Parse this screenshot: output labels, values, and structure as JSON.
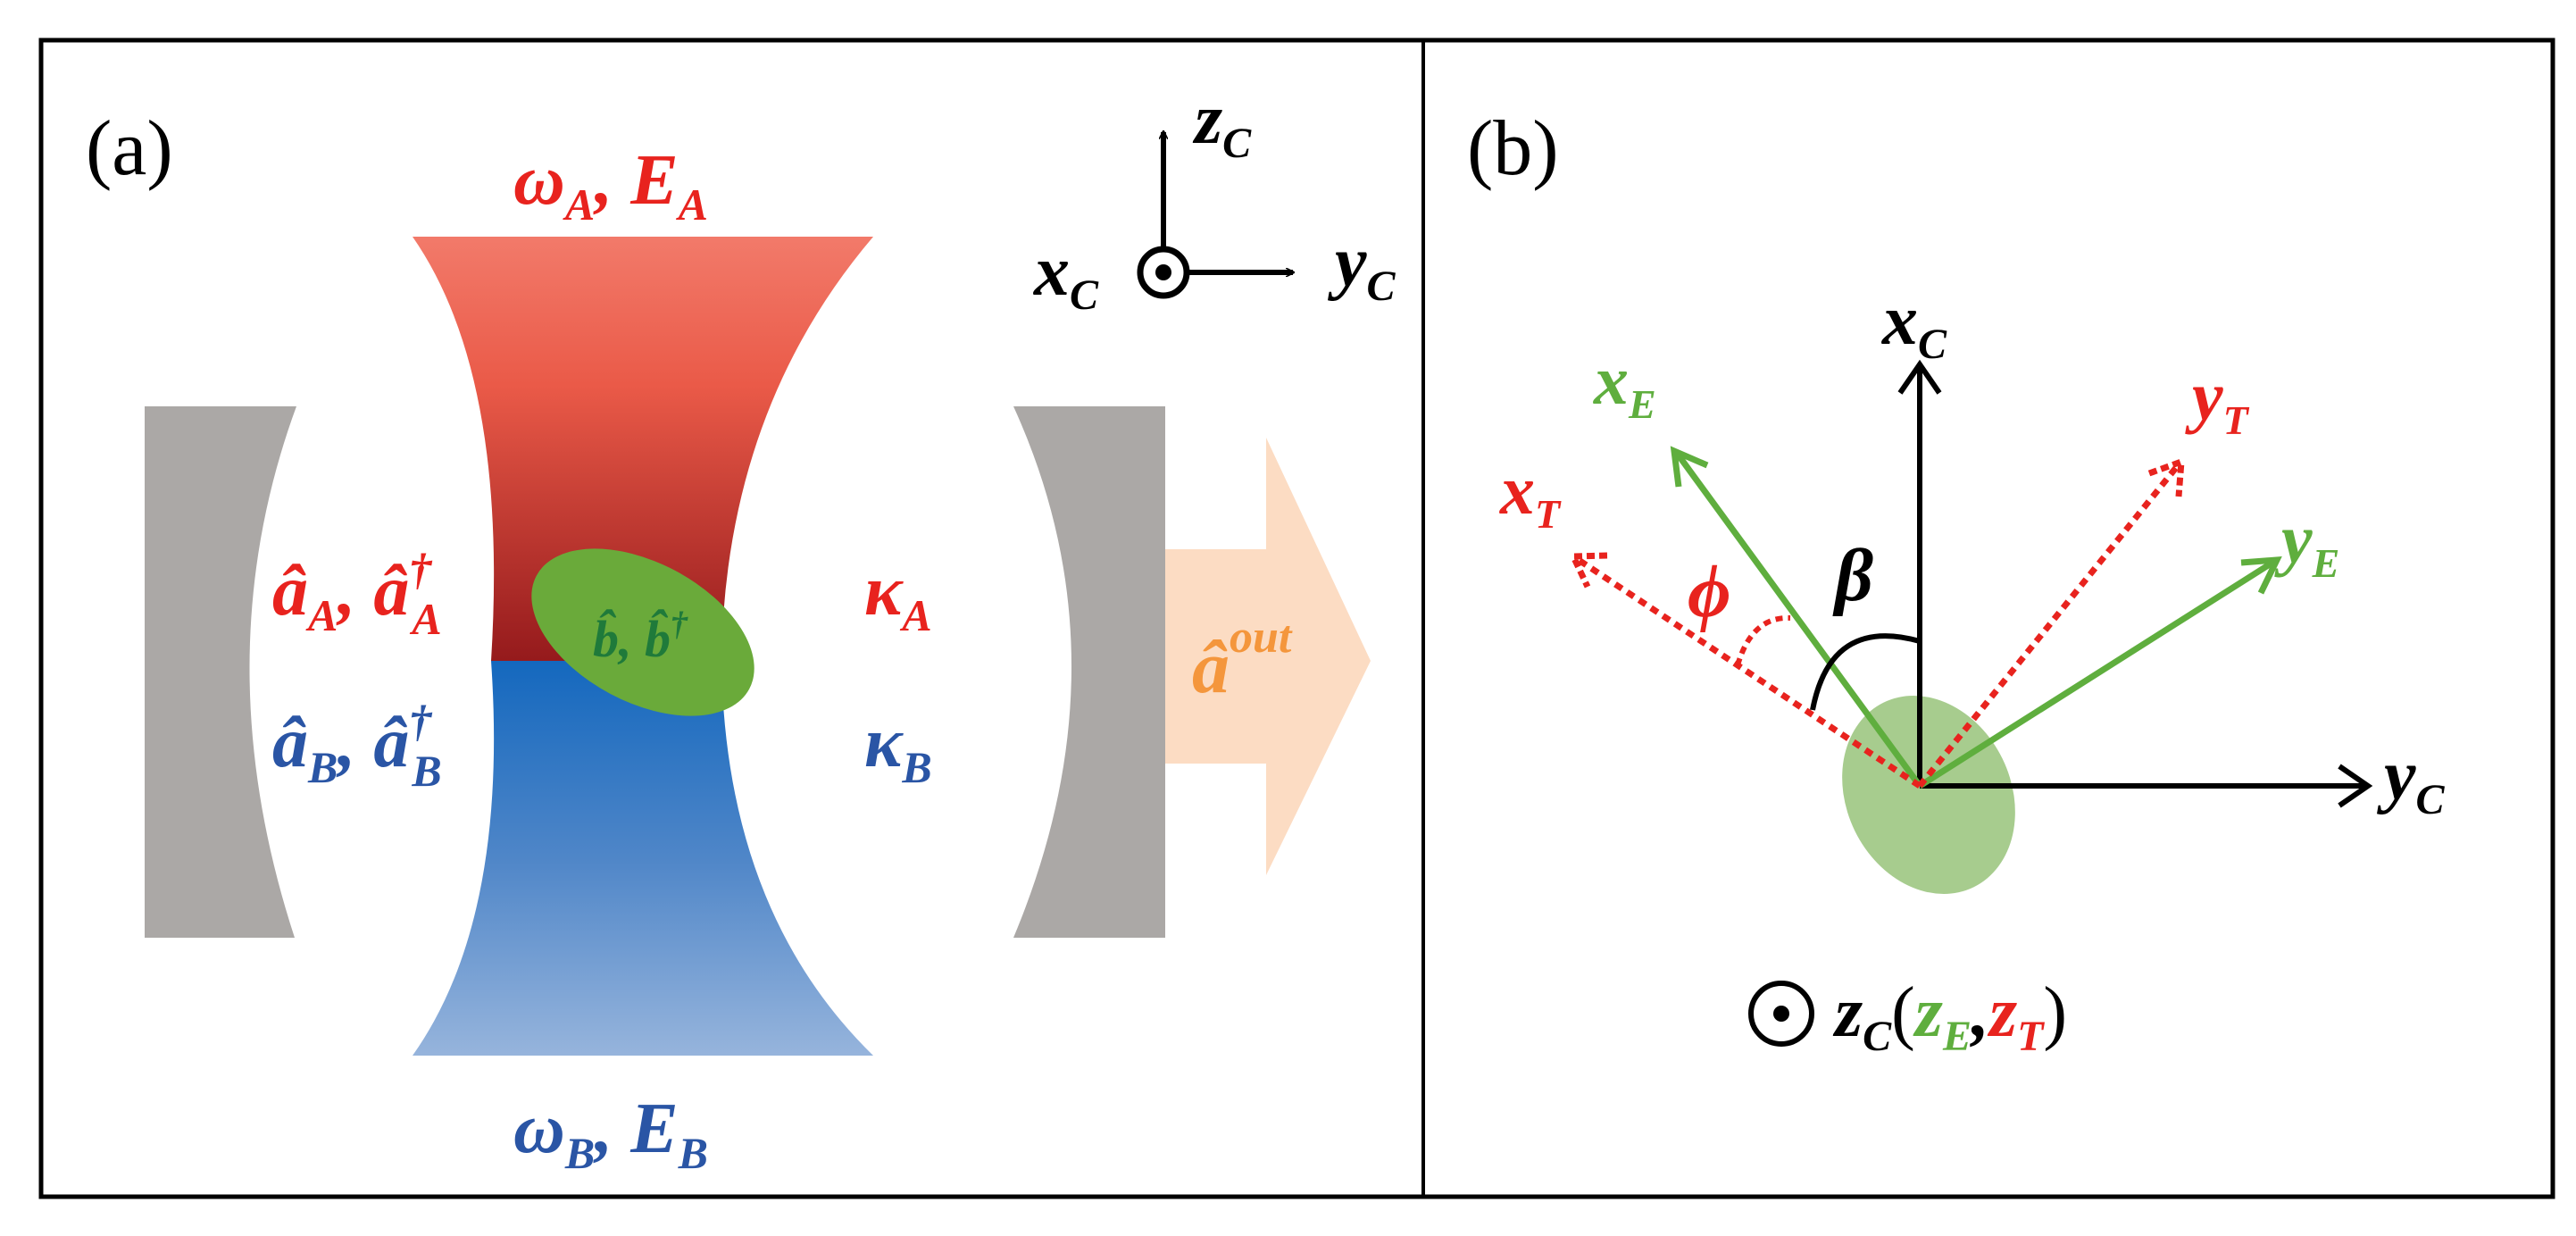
{
  "panel_a": {
    "label": "(a)",
    "mode_A": {
      "frequency": "ω",
      "field": "E",
      "subscript": "A"
    },
    "mode_B": {
      "frequency": "ω",
      "field": "E",
      "subscript": "B"
    },
    "operators_A": {
      "annihilation": "â",
      "creation": "â",
      "dagger": "†",
      "subscript": "A"
    },
    "operators_B": {
      "annihilation": "â",
      "creation": "â",
      "dagger": "†",
      "subscript": "B"
    },
    "emitter_operators": {
      "text": "b̂, b̂",
      "dagger": "†"
    },
    "decay_A": {
      "symbol": "κ",
      "subscript": "A"
    },
    "decay_B": {
      "symbol": "κ",
      "subscript": "B"
    },
    "output_field": {
      "symbol": "â",
      "superscript": "out"
    },
    "axes": {
      "z": "z",
      "x": "x",
      "y": "y",
      "subscript": "C"
    },
    "colors": {
      "mode_A": "#e8231e",
      "mode_B": "#2a55a5",
      "emitter": "#6aaa3a",
      "emitter_text": "#1f7a3a",
      "output": "#f4963c",
      "mirror": "#aba8a6"
    }
  },
  "panel_b": {
    "label": "(b)",
    "axis_xC": {
      "symbol": "x",
      "subscript": "C"
    },
    "axis_yC": {
      "symbol": "y",
      "subscript": "C"
    },
    "axis_xE": {
      "symbol": "x",
      "subscript": "E"
    },
    "axis_yE": {
      "symbol": "y",
      "subscript": "E"
    },
    "axis_xT": {
      "symbol": "x",
      "subscript": "T"
    },
    "axis_yT": {
      "symbol": "y",
      "subscript": "T"
    },
    "angle_phi": "ϕ",
    "angle_beta": "β",
    "z_axes": {
      "zC": "z",
      "zC_sub": "C",
      "open_paren": "(",
      "zE": "z",
      "zE_sub": "E",
      "comma": ",",
      "zT": "z",
      "zT_sub": "T",
      "close_paren": ")"
    },
    "colors": {
      "crystal": "#3b3b3b",
      "emitter_frame": "#5fae3e",
      "transition_frame": "#e8231e",
      "emitter_ellipse": "#a7cc8e"
    }
  }
}
